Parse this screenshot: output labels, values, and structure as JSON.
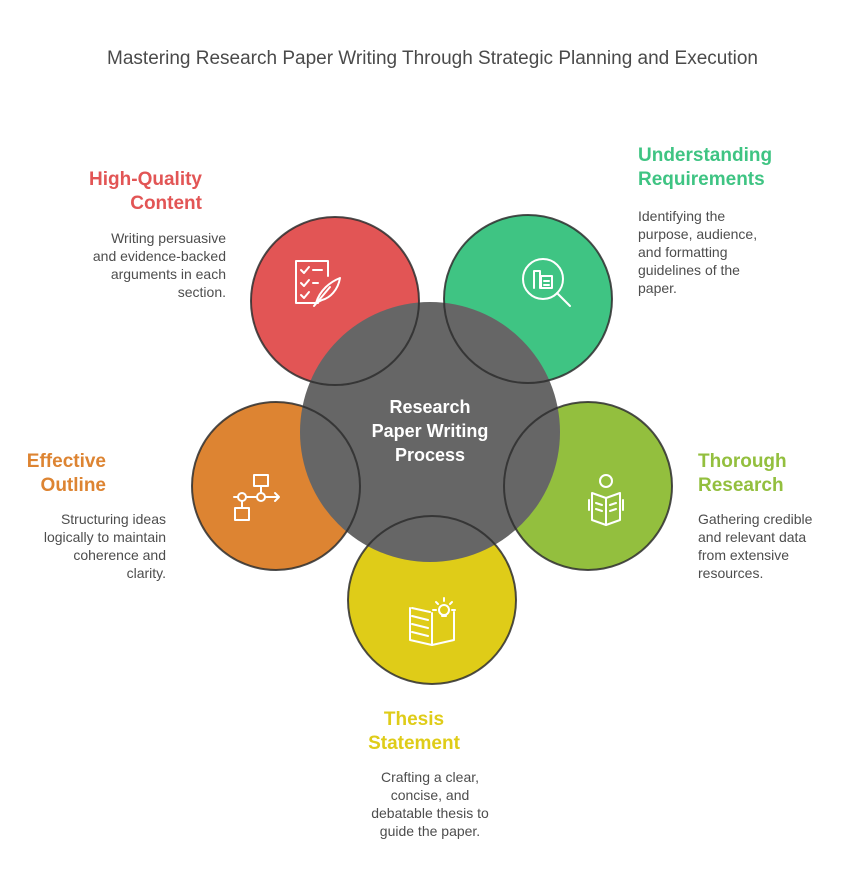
{
  "title": "Mastering Research Paper Writing Through Strategic Planning and Execution",
  "center": {
    "lines": [
      "Research",
      "Paper Writing",
      "Process"
    ]
  },
  "colors": {
    "center": "#666666",
    "quality": "#e25555",
    "requirements": "#3fc483",
    "research": "#93bf3e",
    "thesis": "#dfcc18",
    "outline": "#dd8432"
  },
  "nodes": [
    {
      "id": "quality",
      "icon": "checklist-pen-icon",
      "heading": [
        "High-Quality",
        "Content"
      ],
      "desc": [
        "Writing persuasive",
        "and evidence-backed",
        "arguments in each",
        "section."
      ]
    },
    {
      "id": "requirements",
      "icon": "document-search-icon",
      "heading": [
        "Understanding",
        "Requirements"
      ],
      "desc": [
        "Identifying the",
        "purpose, audience,",
        "and formatting",
        "guidelines of the",
        "paper."
      ]
    },
    {
      "id": "research",
      "icon": "person-reading-icon",
      "heading": [
        "Thorough",
        "Research"
      ],
      "desc": [
        "Gathering credible",
        "and relevant data",
        "from extensive",
        "resources."
      ]
    },
    {
      "id": "thesis",
      "icon": "book-idea-icon",
      "heading": [
        "Thesis",
        "Statement"
      ],
      "desc": [
        "Crafting a clear,",
        "concise, and",
        "debatable thesis to",
        "guide the paper."
      ]
    },
    {
      "id": "outline",
      "icon": "flowchart-icon",
      "heading": [
        "Effective",
        "Outline"
      ],
      "desc": [
        "Structuring ideas",
        "logically to maintain",
        "coherence and",
        "clarity."
      ]
    }
  ]
}
